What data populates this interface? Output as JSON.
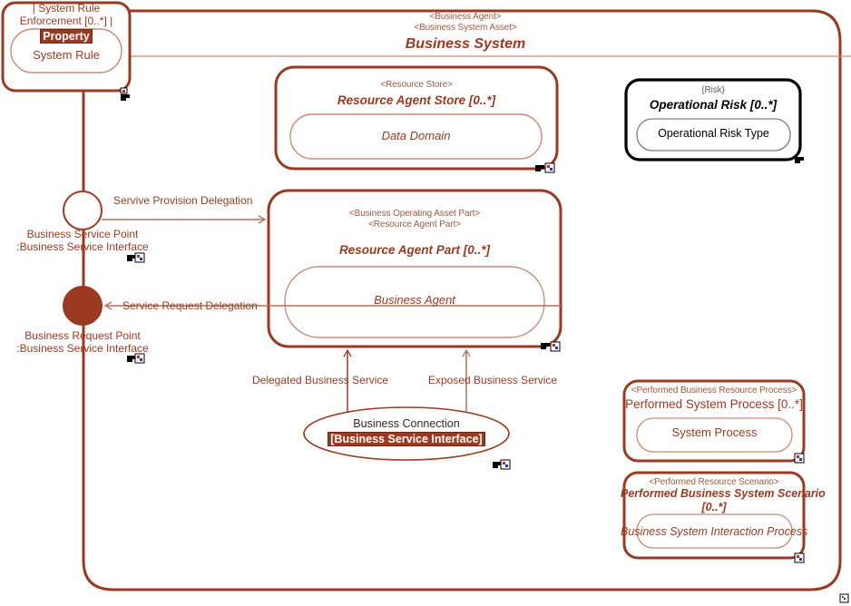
{
  "diagram": {
    "title": "Business System",
    "accent_color": "#9a3a20",
    "accent_light": "#c98a76",
    "black": "#000000",
    "gray": "#7d7d7d"
  },
  "system_rule_box": {
    "header_line1": "| System Rule",
    "header_line2": "Enforcement [0..*] |",
    "property_badge": "Property",
    "inner_name": "System Rule"
  },
  "business_system": {
    "stereotype1": "<Business Agent>",
    "stereotype2": "<Business System Asset>",
    "name": "Business System"
  },
  "resource_agent_store": {
    "stereotype": "<Resource Store>",
    "name": "Resource Agent Store [0..*]",
    "inner_name": "Data Domain"
  },
  "operational_risk": {
    "stereotype": "{Risk}",
    "name": "Operational Risk [0..*]",
    "inner_name": "Operational Risk Type"
  },
  "resource_agent_part": {
    "stereotype1": "<Business Operating Asset Part>",
    "stereotype2": "<Resource Agent Part>",
    "name": "Resource Agent Part [0..*]",
    "inner_name": "Business Agent"
  },
  "performed_system_process": {
    "stereotype": "<Performed Business Resource Process>",
    "name": "Performed System Process [0..*]",
    "inner_name": "System Process"
  },
  "performed_business_system_scenario": {
    "stereotype": "<Performed Resource Scenario>",
    "name_line1": "Performed Business System Scenario",
    "name_line2": "[0..*]",
    "inner_name": "Business System Interaction Process"
  },
  "ports": [
    {
      "id": "business-service-point",
      "kind": "provided",
      "label_line1": "Business Service Point",
      "label_line2": ":Business Service Interface"
    },
    {
      "id": "business-request-point",
      "kind": "required",
      "label_line1": "Business Request Point",
      "label_line2": ":Business Service Interface"
    }
  ],
  "connectors": {
    "service_provision_delegation": "Servive Provision Delegation",
    "service_request_delegation": "Service Request Delegation",
    "delegated_business_service": "Delegated Business Service",
    "exposed_business_service": "Exposed Business Service"
  },
  "business_connection": {
    "title": "Business Connection",
    "interface": "[Business Service Interface]"
  },
  "icons": {
    "adornment_step": "step-arrow-icon",
    "adornment_square": "constraint-square-icon"
  }
}
